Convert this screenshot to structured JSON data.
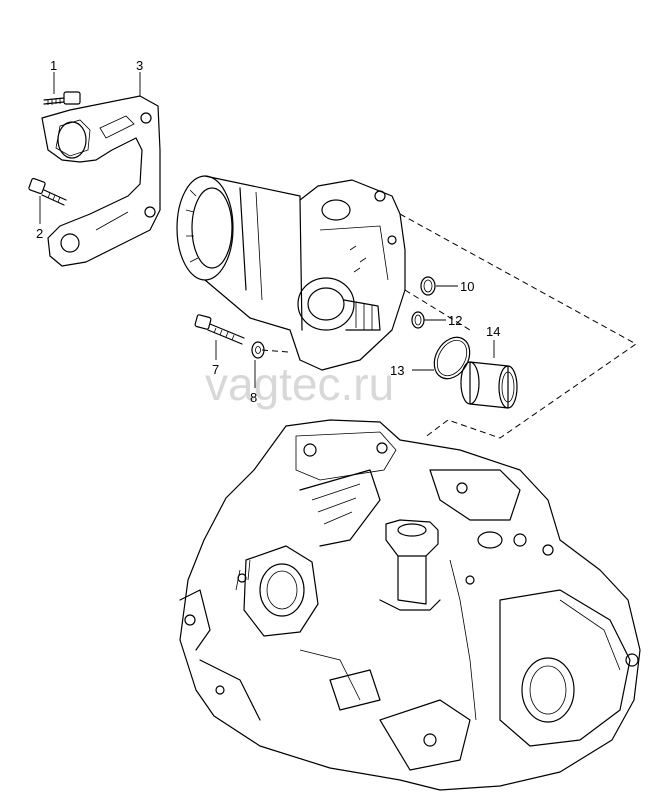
{
  "watermark": "vagtec.ru",
  "callouts": {
    "c1": "1",
    "c2": "2",
    "c3": "3",
    "c7": "7",
    "c8": "8",
    "c10": "10",
    "c12": "12",
    "c13": "13",
    "c14": "14"
  }
}
